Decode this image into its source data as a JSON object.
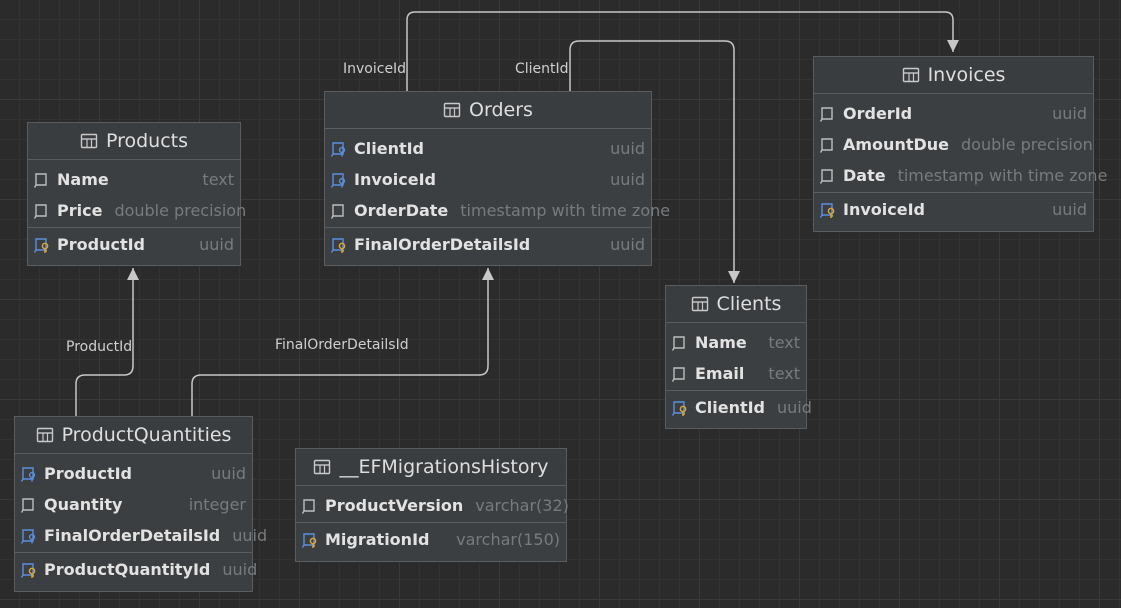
{
  "tables": {
    "products": {
      "title": "Products",
      "columns": [
        {
          "name": "Name",
          "type": "text",
          "kind": "column"
        },
        {
          "name": "Price",
          "type": "double precision",
          "kind": "column"
        },
        {
          "name": "ProductId",
          "type": "uuid",
          "kind": "key"
        }
      ]
    },
    "orders": {
      "title": "Orders",
      "columns": [
        {
          "name": "ClientId",
          "type": "uuid",
          "kind": "fk"
        },
        {
          "name": "InvoiceId",
          "type": "uuid",
          "kind": "fk"
        },
        {
          "name": "OrderDate",
          "type": "timestamp with time zone",
          "kind": "column"
        },
        {
          "name": "FinalOrderDetailsId",
          "type": "uuid",
          "kind": "key"
        }
      ]
    },
    "invoices": {
      "title": "Invoices",
      "columns": [
        {
          "name": "OrderId",
          "type": "uuid",
          "kind": "column"
        },
        {
          "name": "AmountDue",
          "type": "double precision",
          "kind": "column"
        },
        {
          "name": "Date",
          "type": "timestamp with time zone",
          "kind": "column"
        },
        {
          "name": "InvoiceId",
          "type": "uuid",
          "kind": "key"
        }
      ]
    },
    "clients": {
      "title": "Clients",
      "columns": [
        {
          "name": "Name",
          "type": "text",
          "kind": "column"
        },
        {
          "name": "Email",
          "type": "text",
          "kind": "column"
        },
        {
          "name": "ClientId",
          "type": "uuid",
          "kind": "key"
        }
      ]
    },
    "product_quantities": {
      "title": "ProductQuantities",
      "columns": [
        {
          "name": "ProductId",
          "type": "uuid",
          "kind": "fk"
        },
        {
          "name": "Quantity",
          "type": "integer",
          "kind": "column"
        },
        {
          "name": "FinalOrderDetailsId",
          "type": "uuid",
          "kind": "fk"
        },
        {
          "name": "ProductQuantityId",
          "type": "uuid",
          "kind": "key"
        }
      ]
    },
    "ef_migrations": {
      "title": "__EFMigrationsHistory",
      "columns": [
        {
          "name": "ProductVersion",
          "type": "varchar(32)",
          "kind": "column"
        },
        {
          "name": "MigrationId",
          "type": "varchar(150)",
          "kind": "key"
        }
      ]
    }
  },
  "links": [
    {
      "label": "InvoiceId",
      "from": "orders",
      "to": "invoices"
    },
    {
      "label": "ClientId",
      "from": "orders",
      "to": "clients"
    },
    {
      "label": "ProductId",
      "from": "product_quantities",
      "to": "products"
    },
    {
      "label": "FinalOrderDetailsId",
      "from": "product_quantities",
      "to": "orders"
    }
  ],
  "colors": {
    "background": "#2b2b2b",
    "table_fill": "#3c3f41",
    "key_icon": "#d8a53a",
    "fk_icon": "#5a8fe0",
    "link_line": "#c8c8c8"
  }
}
